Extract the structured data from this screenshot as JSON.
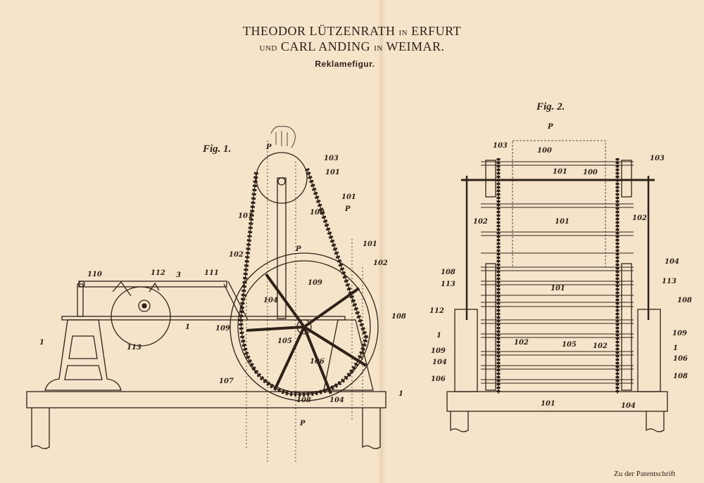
{
  "header": {
    "line1_name": "THEODOR LÜTZENRATH",
    "line1_in": "IN",
    "line1_city": "ERFURT",
    "line2_und": "UND",
    "line2_name": "CARL ANDING",
    "line2_in": "IN",
    "line2_city": "WEIMAR.",
    "subtitle": "Reklamefigur."
  },
  "fig1": {
    "title": "Fig. 1.",
    "labels": [
      "P",
      "103",
      "101",
      "101",
      "100",
      "P",
      "101",
      "102",
      "P",
      "101",
      "102",
      "109",
      "110",
      "112",
      "3",
      "111",
      "104",
      "108",
      "1",
      "109",
      "1",
      "113",
      "105",
      "106",
      "107",
      "108",
      "104",
      "1",
      "P"
    ]
  },
  "fig2": {
    "title": "Fig. 2.",
    "labels": [
      "P",
      "103",
      "100",
      "103",
      "101",
      "100",
      "102",
      "101",
      "102",
      "104",
      "108",
      "101",
      "113",
      "113",
      "108",
      "112",
      "1",
      "109",
      "109",
      "102",
      "105",
      "102",
      "1",
      "104",
      "106",
      "106",
      "108",
      "101",
      "104"
    ]
  },
  "footer": "Zu der Patentschrift",
  "colors": {
    "paper": "#f6e4ca",
    "ink": "#2e2118"
  }
}
